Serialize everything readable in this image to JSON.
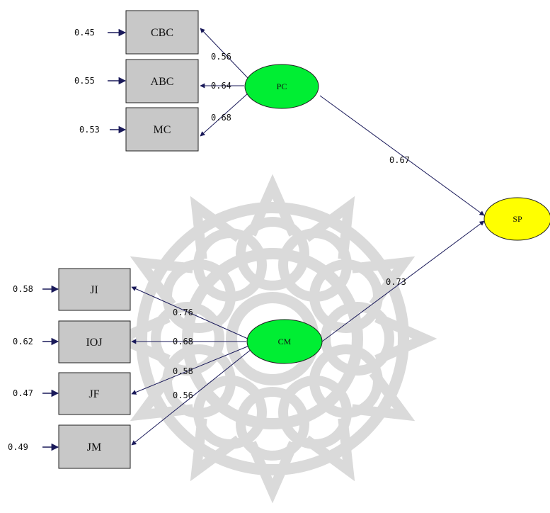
{
  "colors": {
    "observed_fill": "#c8c8c8",
    "exogenous_latent_fill": "#00ee33",
    "endogenous_latent_fill": "#ffff00",
    "arrow": "#1a1a5a",
    "watermark": "#d6d6d6"
  },
  "icons": {
    "watermark": "mandala-watermark"
  },
  "latents": {
    "pc": {
      "label": "PC"
    },
    "cm": {
      "label": "CM"
    },
    "sp": {
      "label": "SP"
    }
  },
  "indicators": {
    "cbc": {
      "label": "CBC",
      "error": "0.45",
      "loading": "0.56"
    },
    "abc": {
      "label": "ABC",
      "error": "0.55",
      "loading": "0.64"
    },
    "mc": {
      "label": "MC",
      "error": "0.53",
      "loading": "0.68"
    },
    "ji": {
      "label": "JI",
      "error": "0.58",
      "loading": "0.76"
    },
    "ioj": {
      "label": "IOJ",
      "error": "0.62",
      "loading": "0.68"
    },
    "jf": {
      "label": "JF",
      "error": "0.47",
      "loading": "0.58"
    },
    "jm": {
      "label": "JM",
      "error": "0.49",
      "loading": "0.56"
    }
  },
  "paths": {
    "pc_sp": "0.67",
    "cm_sp": "0.73"
  }
}
